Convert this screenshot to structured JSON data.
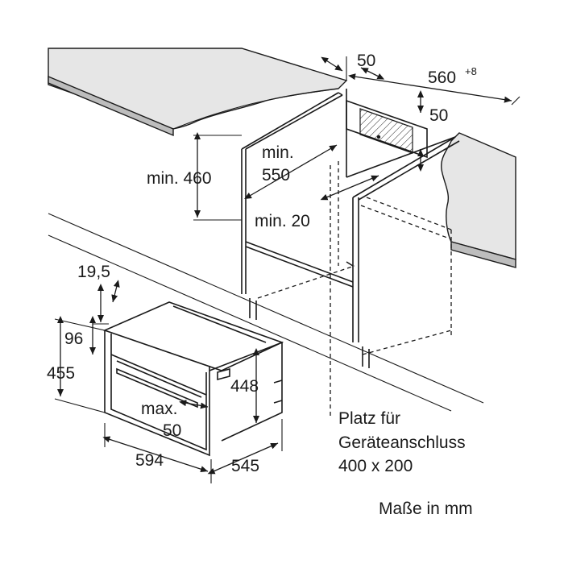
{
  "dimensions": {
    "gap_50": "50",
    "niche_width_base": "560",
    "niche_width_tolerance": "+8",
    "vent_50": "50",
    "min_460": "min. 460",
    "min_550_line1": "min.",
    "min_550_line2": "550",
    "min_20": "min. 20",
    "d19_5": "19,5",
    "d96": "96",
    "d455": "455",
    "d448": "448",
    "max50_line1": "max.",
    "max50_line2": "50",
    "d594": "594",
    "d545": "545"
  },
  "notes": {
    "connection_line1": "Platz für",
    "connection_line2": "Geräteanschluss",
    "connection_line3": "400 x 200",
    "units": "Maße in mm"
  }
}
